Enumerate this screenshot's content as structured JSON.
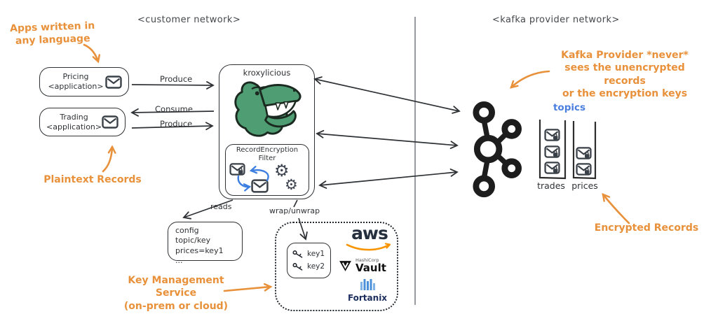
{
  "headers": {
    "customer": "<customer network>",
    "provider": "<kafka provider network>"
  },
  "annotations": {
    "apps": "Apps written in\nany language",
    "plaintext": "Plaintext Records",
    "kms": "Key Management\nService\n(on-prem or cloud)",
    "provider_never": "Kafka Provider *never*\nsees the unencrypted records\nor the encryption keys",
    "encrypted": "Encrypted Records"
  },
  "apps": [
    {
      "name": "Pricing",
      "type": "<application>"
    },
    {
      "name": "Trading",
      "type": "<application>"
    }
  ],
  "flow_labels": {
    "produce_top": "Produce",
    "consume": "Consume",
    "produce_bottom": "Produce"
  },
  "proxy": {
    "title": "kroxylicious",
    "filter_title": "RecordEncryption\nFilter",
    "reads": "reads",
    "wrap": "wrap/unwrap"
  },
  "config": {
    "text": "config topic/key\nprices=key1\n..."
  },
  "kms": {
    "keys": [
      "key1",
      "key2"
    ],
    "aws": "aws",
    "hashicorp": "HashiCorp",
    "vault": "Vault",
    "fortanix": "Fortanix"
  },
  "kafka": {
    "topics_label": "topics",
    "topics": [
      {
        "name": "trades",
        "message_count": 3
      },
      {
        "name": "prices",
        "message_count": 2
      }
    ]
  },
  "colors": {
    "annotation_orange": "#e8913a",
    "ink": "#2f3235",
    "topics_blue": "#4a7fe0",
    "croc_green": "#4f9d72",
    "aws_smile_orange": "#f79400",
    "fortanix_navy": "#1c2d5e"
  }
}
